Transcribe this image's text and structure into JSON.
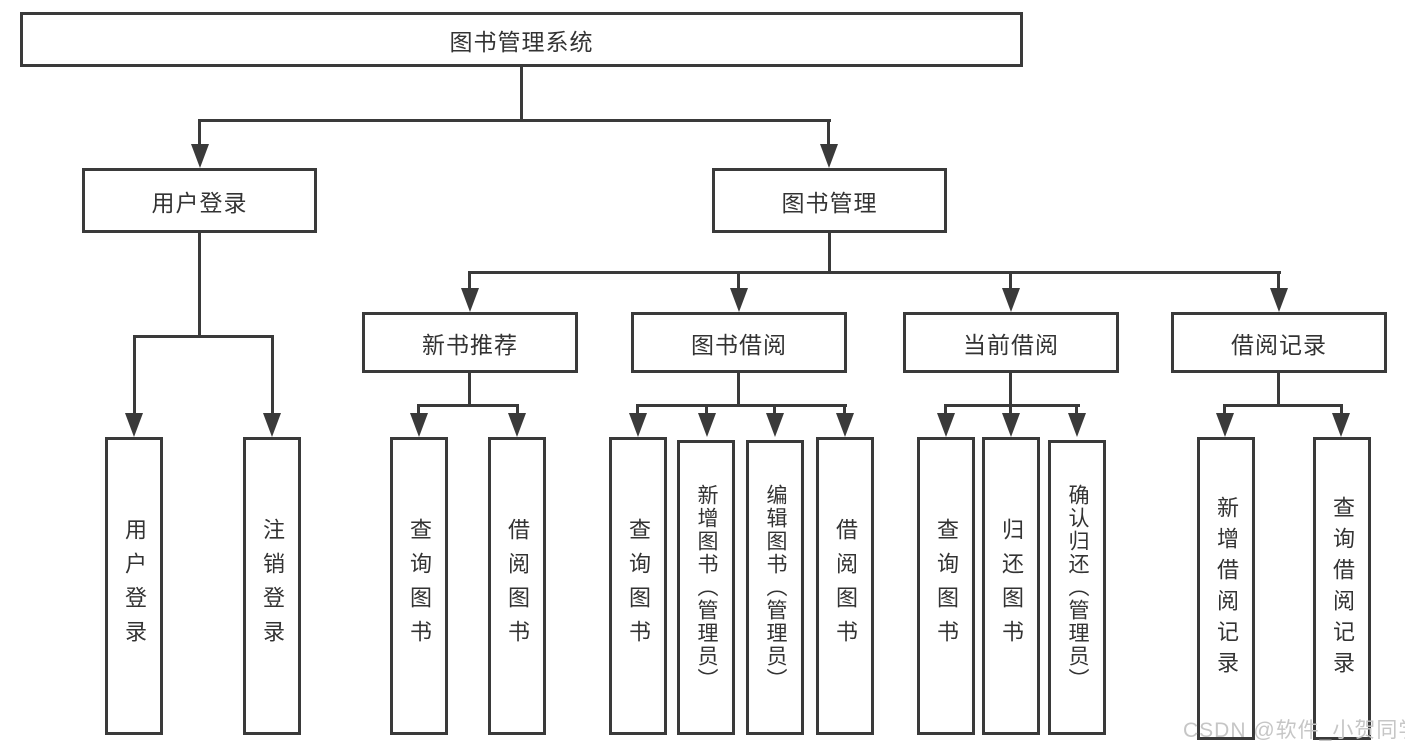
{
  "tree": {
    "root": {
      "label": "图书管理系统"
    },
    "level2": [
      {
        "label": "用户登录"
      },
      {
        "label": "图书管理"
      }
    ],
    "level3": [
      {
        "label": "新书推荐"
      },
      {
        "label": "图书借阅"
      },
      {
        "label": "当前借阅"
      },
      {
        "label": "借阅记录"
      }
    ],
    "leaves": {
      "user": [
        "用户登录",
        "注销登录"
      ],
      "recommend": [
        "查询图书",
        "借阅图书"
      ],
      "borrow": [
        "查询图书",
        "新增图书（管理员）",
        "编辑图书（管理员）",
        "借阅图书"
      ],
      "current": [
        "查询图书",
        "归还图书",
        "确认归还（管理员）"
      ],
      "record": [
        "新增借阅记录",
        "查询借阅记录"
      ]
    }
  },
  "watermark": {
    "text": "CSDN @软件_小贺同学",
    "color": "#c6c6c6"
  },
  "colors": {
    "line": "#3a3a3a",
    "text": "#333333",
    "background": "#ffffff"
  }
}
